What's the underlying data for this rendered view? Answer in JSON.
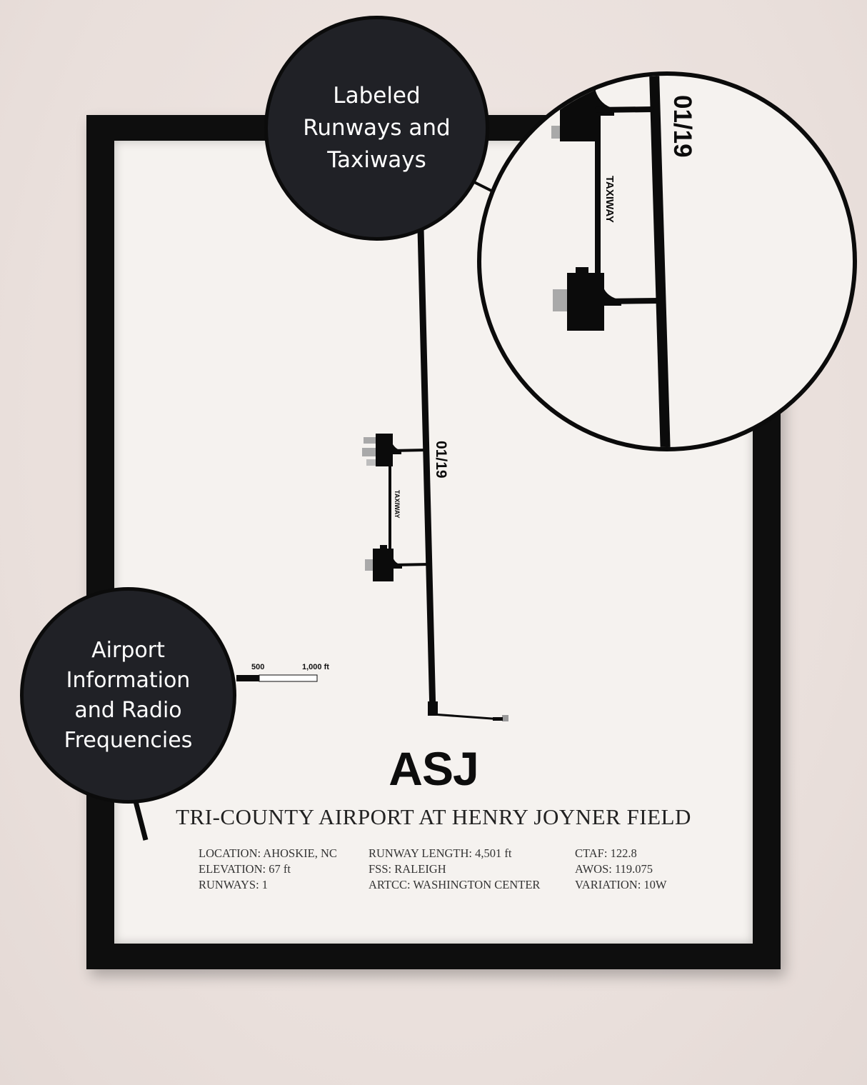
{
  "airport": {
    "code": "ASJ",
    "name": "TRI-COUNTY AIRPORT AT HENRY JOYNER FIELD",
    "runway_label": "01/19",
    "taxiway_label": "TAXIWAY"
  },
  "info": {
    "col1": [
      "LOCATION: AHOSKIE, NC",
      "ELEVATION: 67 ft",
      "RUNWAYS: 1"
    ],
    "col2": [
      "RUNWAY LENGTH: 4,501 ft",
      "FSS: RALEIGH",
      "ARTCC: WASHINGTON CENTER"
    ],
    "col3": [
      "CTAF: 122.8",
      "AWOS: 119.075",
      "VARIATION: 10W"
    ]
  },
  "scale": {
    "mid_label": "500",
    "end_label": "1,000 ft"
  },
  "callouts": {
    "runways": [
      "Labeled",
      "Runways and",
      "Taxiways"
    ],
    "info": [
      "Airport",
      "Information",
      "and Radio",
      "Frequencies"
    ]
  }
}
